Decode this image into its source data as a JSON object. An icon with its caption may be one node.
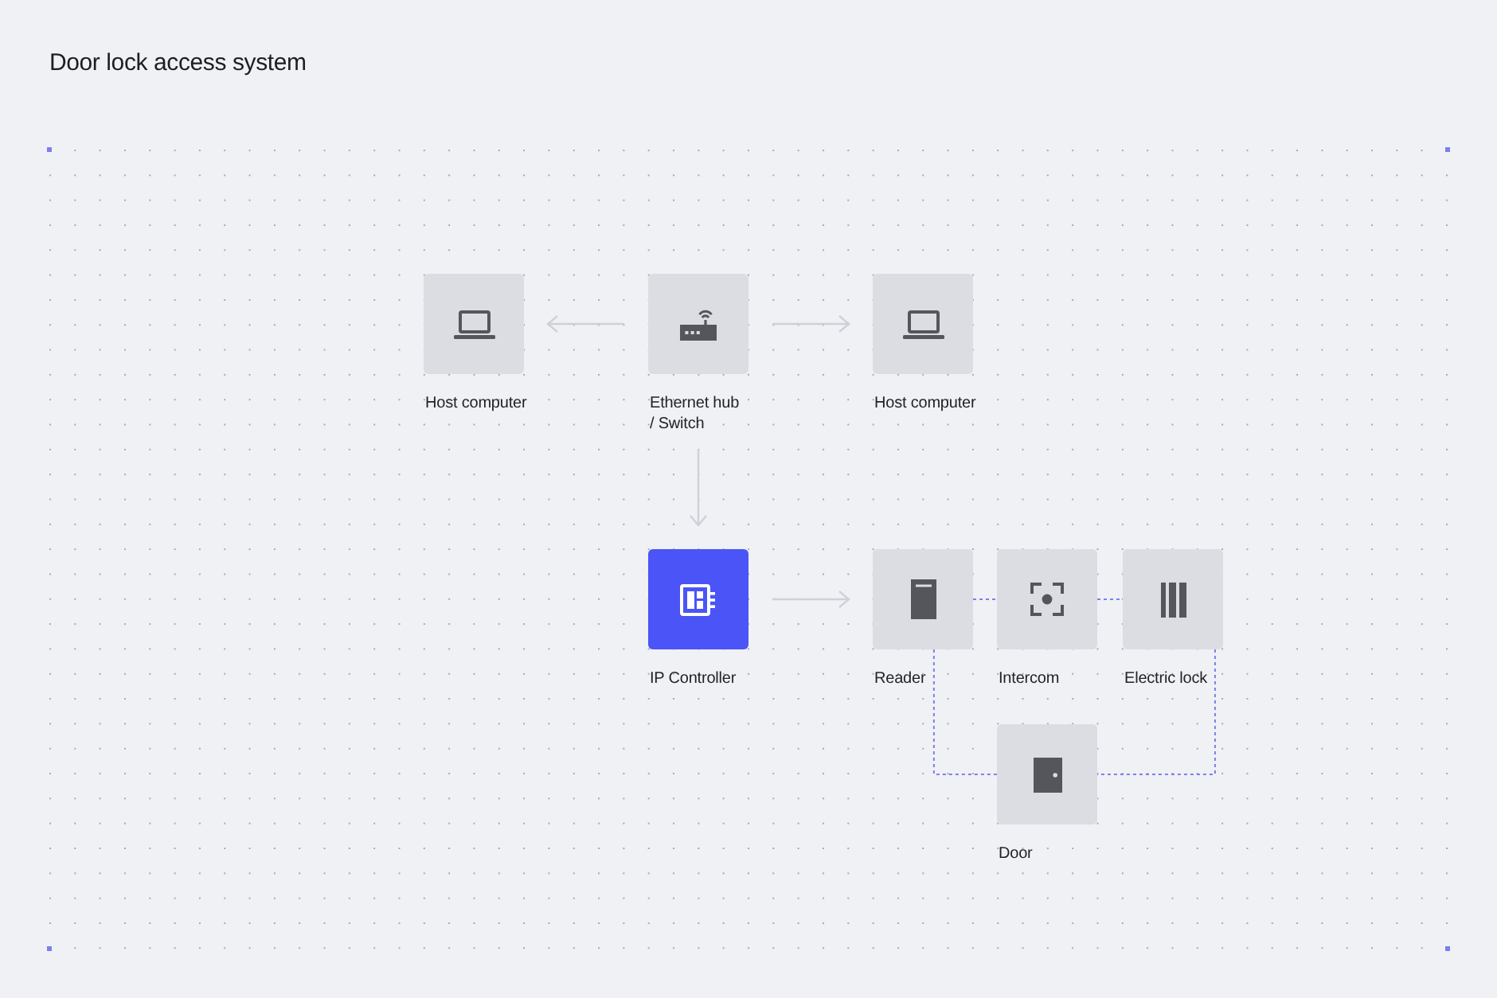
{
  "diagram": {
    "title": "Door lock access system",
    "nodes": [
      {
        "text": [
          "Host computer"
        ]
      },
      {
        "text": [
          "Ethernet hub / Switch"
        ]
      },
      {
        "text": [
          "Host computer"
        ]
      },
      {
        "text": [
          "IP Controller"
        ]
      },
      {
        "text": [
          "Reader"
        ]
      },
      {
        "text": [
          "Intercom"
        ]
      },
      {
        "text": [
          "Electric lock"
        ]
      },
      {
        "text": [
          "Door"
        ]
      }
    ],
    "edges": [
      {
        "from": 1,
        "to": 0,
        "arrow": "to"
      },
      {
        "from": 1,
        "to": 2,
        "arrow": "to"
      },
      {
        "from": 1,
        "to": 3,
        "arrow": "to"
      },
      {
        "from": 3,
        "to": 4,
        "arrow": "to"
      },
      {
        "from": 4,
        "to": 5,
        "arrow": "none",
        "style": "dashed",
        "color": "#7b7fee"
      },
      {
        "from": 5,
        "to": 6,
        "arrow": "none",
        "style": "dashed",
        "color": "#7b7fee"
      },
      {
        "from": 4,
        "to": 7,
        "arrow": "none",
        "style": "dashed",
        "color": "#7b7fee"
      },
      {
        "from": 6,
        "to": 7,
        "arrow": "none",
        "style": "dashed",
        "color": "#7b7fee"
      }
    ]
  }
}
